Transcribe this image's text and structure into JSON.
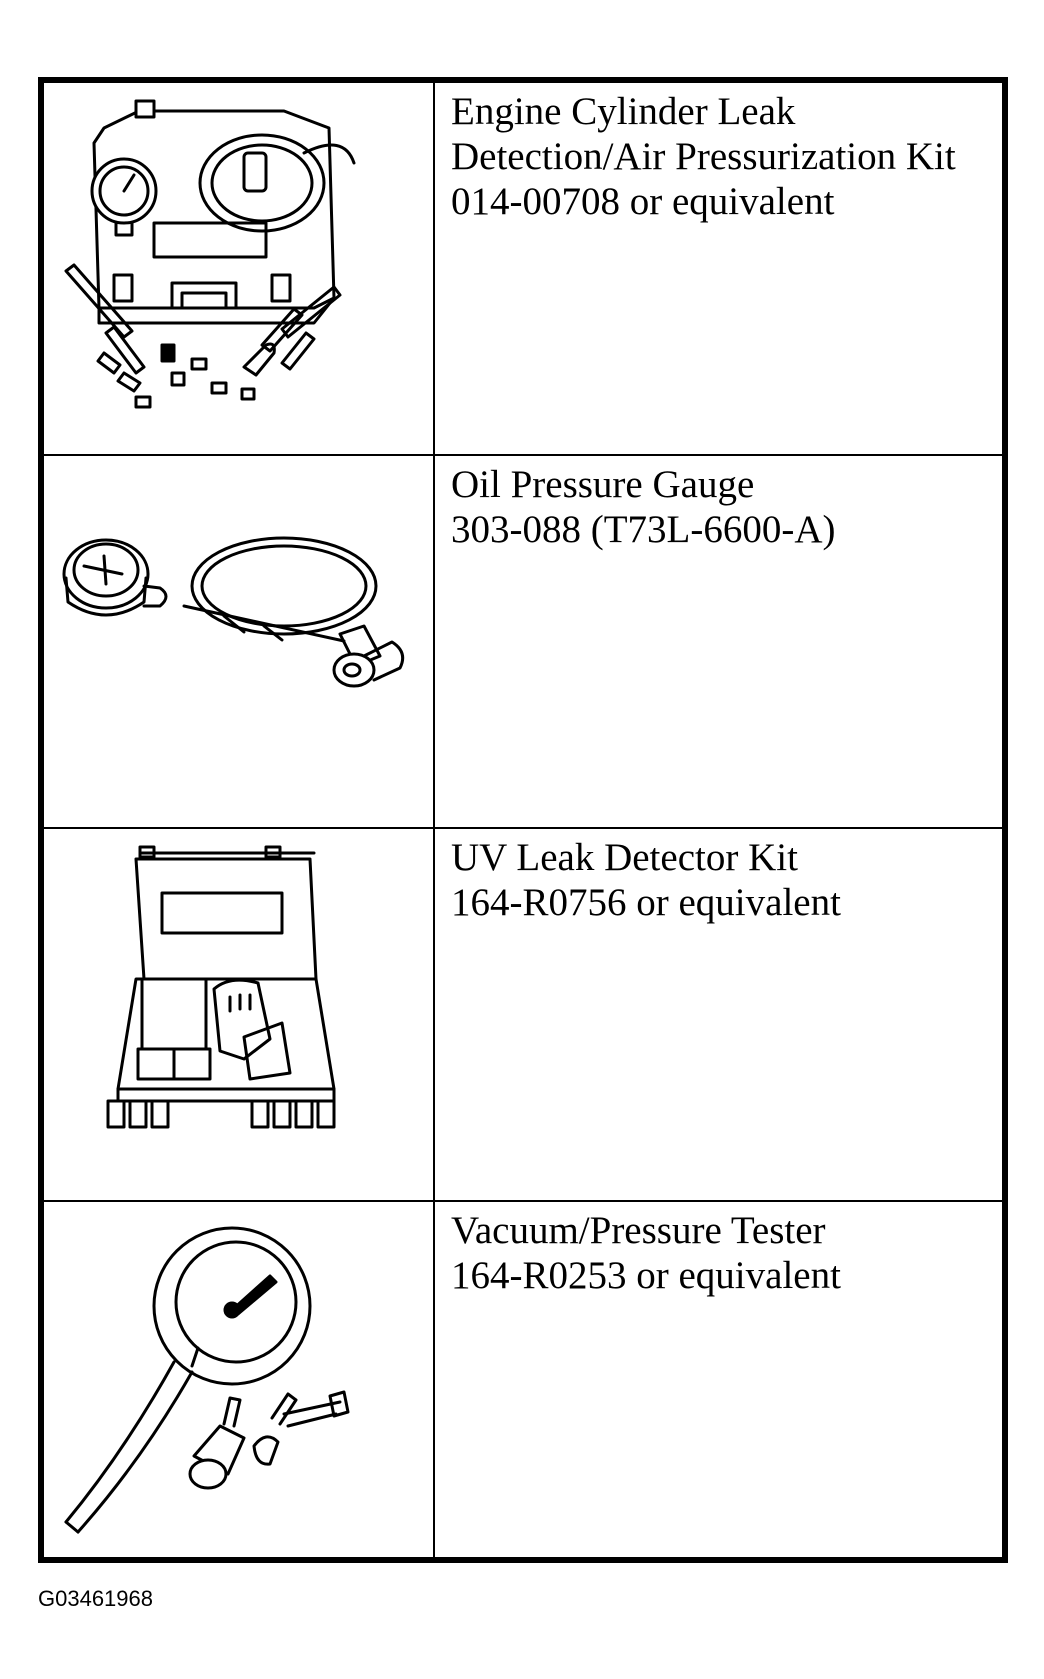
{
  "tools": [
    {
      "lines": [
        "Engine Cylinder Leak",
        "Detection/Air Pressurization Kit",
        "014-00708 or equivalent"
      ],
      "icon": "leak-detection-kit-icon"
    },
    {
      "lines": [
        "Oil Pressure Gauge",
        "303-088 (T73L-6600-A)"
      ],
      "icon": "oil-pressure-gauge-icon"
    },
    {
      "lines": [
        "UV Leak Detector Kit",
        "164-R0756 or equivalent"
      ],
      "icon": "uv-leak-detector-kit-icon"
    },
    {
      "lines": [
        "Vacuum/Pressure Tester",
        "164-R0253 or equivalent"
      ],
      "icon": "vacuum-pressure-tester-icon"
    }
  ],
  "figure_id": "G03461968"
}
